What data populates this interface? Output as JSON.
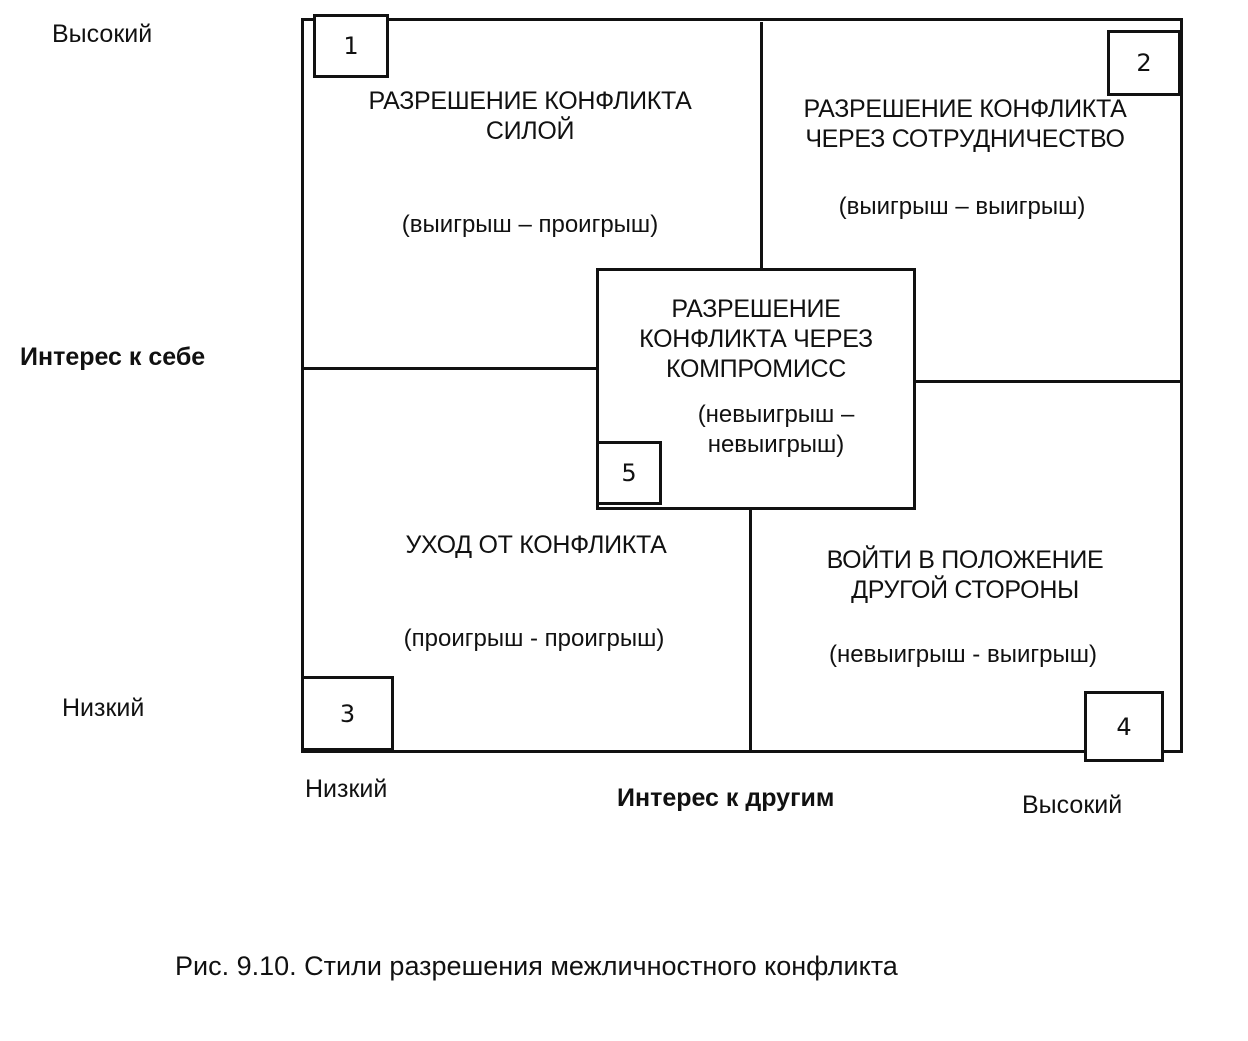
{
  "y_axis": {
    "title": "Интерес к себе",
    "high": "Высокий",
    "low": "Низкий"
  },
  "x_axis": {
    "title": "Интерес к другим",
    "low": "Низкий",
    "high": "Высокий"
  },
  "quadrants": [
    {
      "number": "1",
      "title_lines": [
        "РАЗРЕШЕНИЕ КОНФЛИКТА",
        "СИЛОЙ"
      ],
      "outcome": "(выигрыш – проигрыш)"
    },
    {
      "number": "2",
      "title_lines": [
        "РАЗРЕШЕНИЕ КОНФЛИКТА",
        "ЧЕРЕЗ СОТРУДНИЧЕСТВО"
      ],
      "outcome": "(выигрыш – выигрыш)"
    },
    {
      "number": "3",
      "title_lines": [
        "УХОД ОТ КОНФЛИКТА"
      ],
      "outcome": "(проигрыш - проигрыш)"
    },
    {
      "number": "4",
      "title_lines": [
        "ВОЙТИ В ПОЛОЖЕНИЕ",
        "ДРУГОЙ СТОРОНЫ"
      ],
      "outcome": "(невыигрыш - выигрыш)"
    }
  ],
  "center": {
    "number": "5",
    "title_lines": [
      "РАЗРЕШЕНИЕ",
      "КОНФЛИКТА ЧЕРЕЗ",
      "КОМПРОМИСС"
    ],
    "outcome_lines": [
      "(невыигрыш –",
      "невыигрыш)"
    ]
  },
  "caption": "Рис. 9.10. Стили разрешения межличностного конфликта"
}
